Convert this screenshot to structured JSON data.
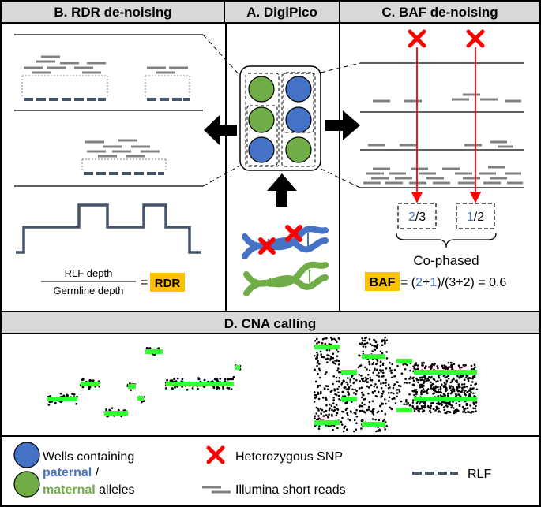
{
  "panels": {
    "rdr": {
      "title": "B. RDR de-noising"
    },
    "digipico": {
      "title": "A. DigiPico"
    },
    "baf": {
      "title": "C. BAF de-noising"
    },
    "cna": {
      "title": "D. CNA calling"
    }
  },
  "rdr_formula": {
    "numerator": "RLF depth",
    "denominator": "Germline depth",
    "equals": "=",
    "result": "RDR"
  },
  "baf": {
    "ratio_left_num": "2",
    "ratio_left_den": "/3",
    "ratio_right_num": "1",
    "ratio_right_den": "/2",
    "cophased": "Co-phased",
    "label": "BAF",
    "eq_open": " = (",
    "eq_num_a": "2",
    "eq_plus": "+",
    "eq_num_b": "1",
    "eq_close": ")/(3+2) = 0.6"
  },
  "legend": {
    "wells_line1": "Wells containing",
    "paternal": "paternal",
    "slash": " /",
    "maternal": "maternal",
    "alleles": " alleles",
    "snp": "Heterozygous SNP",
    "reads": "Illumina short reads",
    "rlf": "RLF"
  },
  "colors": {
    "panel_header": "#d9d9d9",
    "paternal_blue": "#4472c4",
    "maternal_green": "#70ad47",
    "snp_red": "#ff0000",
    "rdr_highlight": "#ffc000",
    "rlf_dark": "#44546a",
    "read_grey": "#808080",
    "segment_green": "#33ff33"
  },
  "icons": {
    "wells": "circle-well-icon",
    "snp": "red-x-icon",
    "dna": "dna-helix-icon"
  }
}
